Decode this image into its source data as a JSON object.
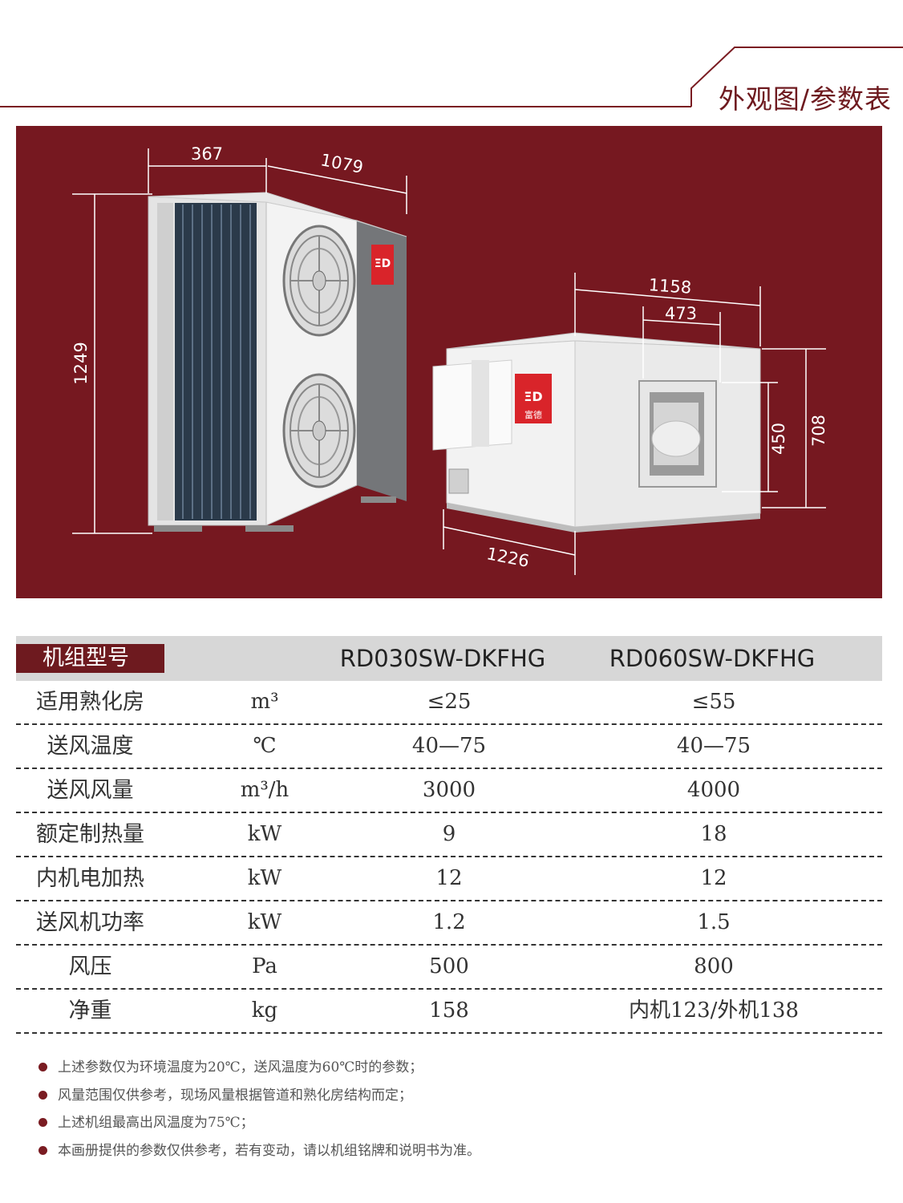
{
  "header": {
    "title": "外观图/参数表"
  },
  "diagram": {
    "outdoor": {
      "depth": "367",
      "width": "1079",
      "height": "1249"
    },
    "indoor": {
      "width": "1158",
      "outlet_width": "473",
      "outlet_height": "450",
      "height": "708",
      "length": "1226"
    },
    "brand_text": "富德"
  },
  "table": {
    "label": "机组型号",
    "models": [
      "RD030SW-DKFHG",
      "RD060SW-DKFHG"
    ],
    "rows": [
      {
        "label": "适用熟化房",
        "unit": "m³",
        "v1": "≤25",
        "v2": "≤55"
      },
      {
        "label": "送风温度",
        "unit": "℃",
        "v1": "40—75",
        "v2": "40—75"
      },
      {
        "label": "送风风量",
        "unit": "m³/h",
        "v1": "3000",
        "v2": "4000"
      },
      {
        "label": "额定制热量",
        "unit": "kW",
        "v1": "9",
        "v2": "18"
      },
      {
        "label": "内机电加热",
        "unit": "kW",
        "v1": "12",
        "v2": "12"
      },
      {
        "label": "送风机功率",
        "unit": "kW",
        "v1": "1.2",
        "v2": "1.5"
      },
      {
        "label": "风压",
        "unit": "Pa",
        "v1": "500",
        "v2": "800"
      },
      {
        "label": "净重",
        "unit": "kg",
        "v1": "158",
        "v2": "内机123/外机138"
      }
    ]
  },
  "notes": [
    "上述参数仅为环境温度为20℃，送风温度为60℃时的参数；",
    "风量范围仅供参考，现场风量根据管道和熟化房结构而定；",
    "上述机组最高出风温度为75℃；",
    "本画册提供的参数仅供参考，若有变动，请以机组铭牌和说明书为准。"
  ],
  "colors": {
    "brand": "#761820",
    "header_gray": "#d7d7d7",
    "logo_red": "#d9242a"
  }
}
